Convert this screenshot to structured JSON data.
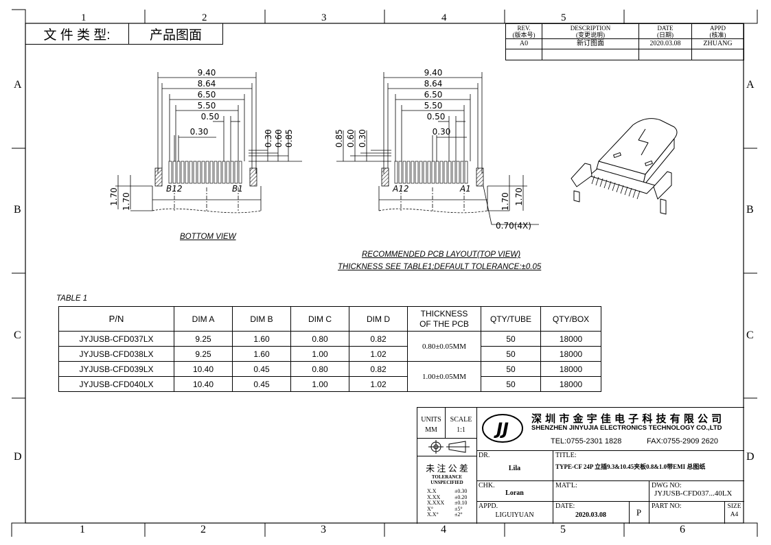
{
  "frame": {
    "columns": [
      "1",
      "2",
      "3",
      "4",
      "5",
      "6"
    ],
    "rows": [
      "A",
      "B",
      "C",
      "D"
    ]
  },
  "doc_type": {
    "label": "文 件 类 型:",
    "value": "产品图面"
  },
  "revision": {
    "headers": [
      {
        "en": "REV.",
        "zh": "(版本号)"
      },
      {
        "en": "DESCRIPTION",
        "zh": "(变更说明)"
      },
      {
        "en": "DATE",
        "zh": "(日期)"
      },
      {
        "en": "APPD",
        "zh": "(核准)"
      }
    ],
    "rows": [
      {
        "rev": "A0",
        "desc": "新订图面",
        "date": "2020.03.08",
        "appd": "ZHUANG"
      }
    ]
  },
  "bottom_view": {
    "dims": [
      "9.40",
      "8.64",
      "6.50",
      "5.50",
      "0.50",
      "0.30"
    ],
    "vdims": [
      "0.30",
      "0.60",
      "0.85"
    ],
    "pin_left": "B12",
    "pin_right": "B1",
    "height_dims": [
      "1.70",
      "1.70"
    ],
    "title": "BOTTOM VIEW"
  },
  "top_view": {
    "dims": [
      "9.40",
      "8.64",
      "6.50",
      "5.50",
      "0.50",
      "0.30"
    ],
    "vdims": [
      "0.85",
      "0.60",
      "0.30"
    ],
    "pin_left": "A12",
    "pin_right": "A1",
    "height_dims": [
      "1.70",
      "1.70"
    ],
    "pad_dim": "0.70(4X)"
  },
  "layout_note": {
    "line1": "RECOMMENDED PCB LAYOUT(TOP VIEW)",
    "line2": "THICKNESS SEE TABLE1;DEFAULT TOLERANCE:±0.05"
  },
  "table1": {
    "caption": "TABLE 1",
    "headers": [
      "P/N",
      "DIM A",
      "DIM B",
      "DIM C",
      "DIM D",
      "THICKNESS",
      "OF THE PCB",
      "QTY/TUBE",
      "QTY/BOX"
    ],
    "rows": [
      {
        "pn": "JYJUSB-CFD037LX",
        "a": "9.25",
        "b": "1.60",
        "c": "0.80",
        "d": "0.82",
        "tube": "50",
        "box": "18000"
      },
      {
        "pn": "JYJUSB-CFD038LX",
        "a": "9.25",
        "b": "1.60",
        "c": "1.00",
        "d": "1.02",
        "tube": "50",
        "box": "18000"
      },
      {
        "pn": "JYJUSB-CFD039LX",
        "a": "10.40",
        "b": "0.45",
        "c": "0.80",
        "d": "0.82",
        "tube": "50",
        "box": "18000"
      },
      {
        "pn": "JYJUSB-CFD040LX",
        "a": "10.40",
        "b": "0.45",
        "c": "1.00",
        "d": "1.02",
        "tube": "50",
        "box": "18000"
      }
    ],
    "thickness": [
      "0.80±0.05MM",
      "1.00±0.05MM"
    ]
  },
  "title_block": {
    "units_label": "UNITS",
    "units_value": "MM",
    "scale_label": "SCALE",
    "scale_value": "1:1",
    "logo": "JJ",
    "company_zh": "深 圳 市 金 宇 佳 电 子 科 技 有 限 公 司",
    "company_en": "SHENZHEN JINYUJIA ELECTRONICS TECHNOLOGY CO.,LTD",
    "tel": "TEL:0755-2301 1828",
    "fax": "FAX:0755-2909 2620",
    "tol_zh": "未 注 公 差",
    "tol_en": "TOLERANCE UNSPECIFIED",
    "tolerances": [
      {
        "k": "X.X",
        "v": "±0.30"
      },
      {
        "k": "X.XX",
        "v": "±0.20"
      },
      {
        "k": "X.XXX",
        "v": "±0.10"
      },
      {
        "k": "X°",
        "v": "±5°"
      },
      {
        "k": "X.X°",
        "v": "±2°"
      }
    ],
    "dr_label": "DR.",
    "dr_value": "Lila",
    "chk_label": "CHK.",
    "chk_value": "Loran",
    "appd_label": "APPD.",
    "appd_value": "LIGUIYUAN",
    "title_label": "TITLE:",
    "title_value": "TYPE-CF 24P 立插9.3&10.45夹板0.8&1.0带EMI 总图纸",
    "matl_label": "MAT'L:",
    "dwg_label": "DWG NO:",
    "dwg_value": "JYJUSB-CFD037...40LX",
    "date_label": "DATE:",
    "date_value": "2020.03.08",
    "p_label": "P",
    "part_label": "PART NO:",
    "size_label": "SIZE",
    "size_value": "A4"
  }
}
